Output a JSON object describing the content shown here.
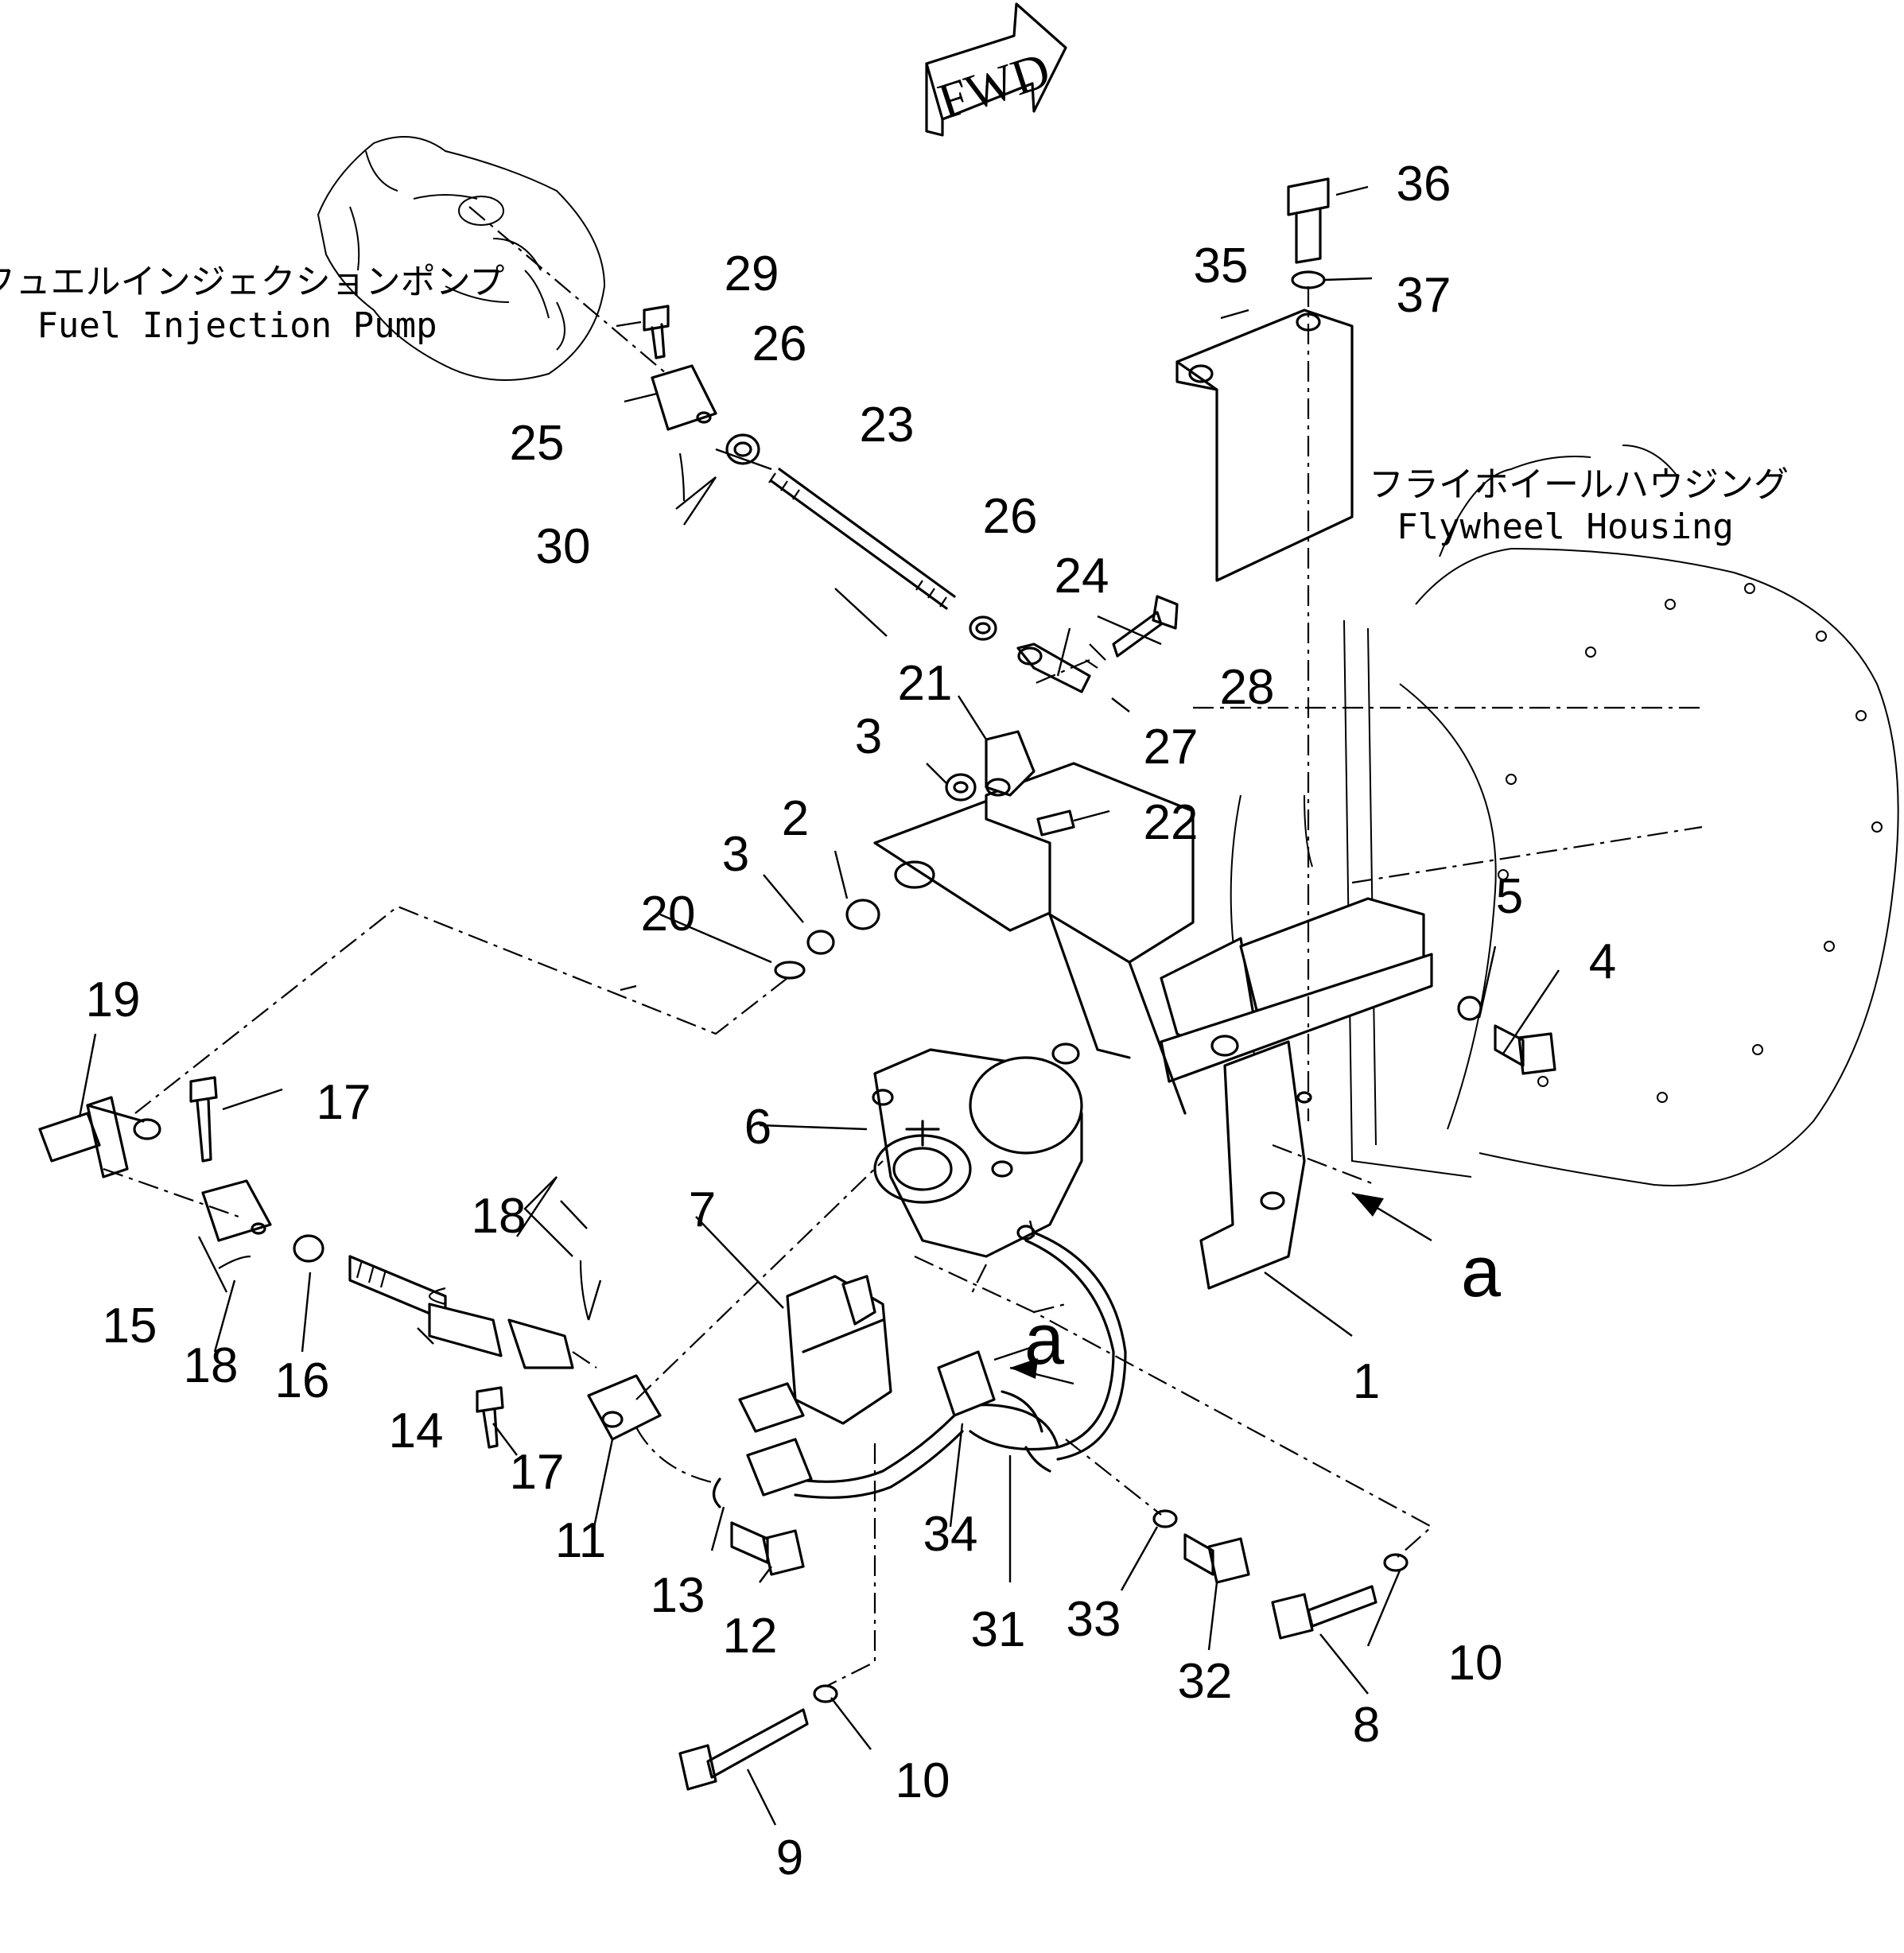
{
  "direction_marker": "FWD",
  "components": {
    "fuel_injection_pump": {
      "label_ja": "フュエルインジェクションポンプ",
      "label_en": "Fuel Injection Pump"
    },
    "flywheel_housing": {
      "label_ja": "フライホイールハウジング",
      "label_en": "Flywheel Housing"
    }
  },
  "view_callout": "a",
  "part_numbers": {
    "p1": "1",
    "p2": "2",
    "p3a": "3",
    "p3b": "3",
    "p4": "4",
    "p5": "5",
    "p6": "6",
    "p7": "7",
    "p8": "8",
    "p9": "9",
    "p10a": "10",
    "p10b": "10",
    "p11": "11",
    "p12": "12",
    "p13": "13",
    "p14": "14",
    "p15": "15",
    "p16": "16",
    "p17a": "17",
    "p17b": "17",
    "p18a": "18",
    "p18b": "18",
    "p19": "19",
    "p20": "20",
    "p21": "21",
    "p22": "22",
    "p23": "23",
    "p24": "24",
    "p25": "25",
    "p26a": "26",
    "p26b": "26",
    "p27": "27",
    "p28": "28",
    "p29": "29",
    "p30": "30",
    "p31": "31",
    "p32": "32",
    "p33": "33",
    "p34": "34",
    "p35": "35",
    "p36": "36",
    "p37": "37"
  }
}
